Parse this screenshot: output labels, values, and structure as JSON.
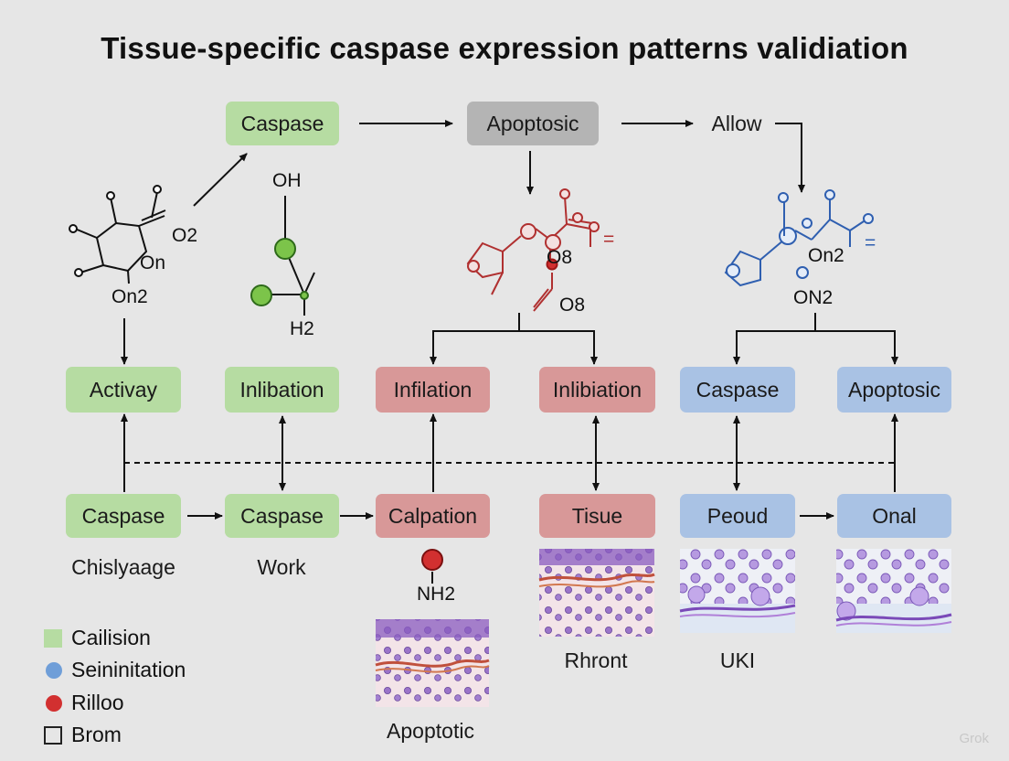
{
  "title": "Tissue-specific caspase expression patterns validiation",
  "top_row": {
    "caspase": "Caspase",
    "apoptosic": "Apoptosic",
    "allow": "Allow"
  },
  "chem": {
    "left_o2": "O2",
    "left_on": "On",
    "left_on2": "On2",
    "mid_oh": "OH",
    "mid_h2": "H2",
    "red_o8a": "O8",
    "red_o8b": "O8",
    "red_eq": "=",
    "blue_on2": "On2",
    "blue_on2b": "ON2",
    "blue_eq": "=",
    "nh2": "NH2"
  },
  "middle_row": {
    "activay": "Activay",
    "inlibation1": "Inlibation",
    "infilation": "Infilation",
    "inlibiation": "Inlibiation",
    "caspase": "Caspase",
    "apoptosic": "Apoptosic"
  },
  "bottom_row": {
    "caspase1": "Caspase",
    "caspase2": "Caspase",
    "calpation": "Calpation",
    "tisue": "Tisue",
    "peoud": "Peoud",
    "onal": "Onal"
  },
  "captions": {
    "chislyaage": "Chislyaage",
    "work": "Work",
    "apoptotic": "Apoptotic",
    "rhront": "Rhront",
    "uki": "UKI"
  },
  "legend": [
    {
      "icon": "green-square-icon",
      "label": "Cailision"
    },
    {
      "icon": "blue-dot-icon",
      "label": "Seininitation"
    },
    {
      "icon": "red-dot-icon",
      "label": "Rilloo"
    },
    {
      "icon": "empty-square-icon",
      "label": "Brom"
    }
  ],
  "watermark": "Grok",
  "colors": {
    "green": "#b6dca2",
    "gray": "#b4b4b4",
    "red": "#d89898",
    "blue": "#a9c2e4",
    "red_molecule": "#b03030",
    "blue_molecule": "#2f5fb0",
    "green_atom": "#7cc44a"
  }
}
